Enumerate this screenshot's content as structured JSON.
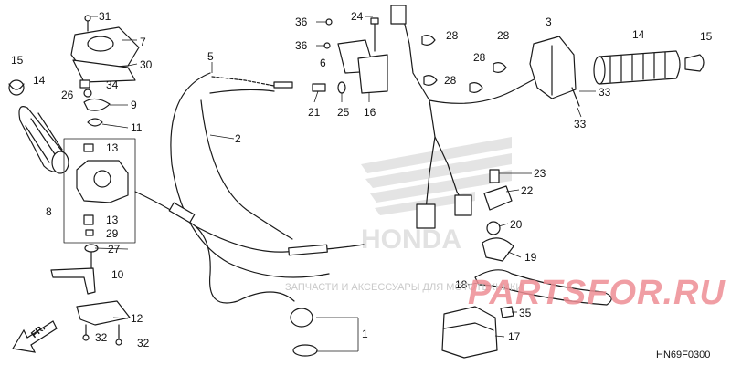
{
  "diagram_code": "HN69F0300",
  "direction_marker": "FR.",
  "watermark": {
    "text": "ЗАПЧАСТИ И АКСЕССУАРЫ ДЛЯ МОТОТЕХНИКИ",
    "brand": "PARTSFOR.RU",
    "logo": "HONDA"
  },
  "callouts": [
    {
      "id": "c31a",
      "label": "31"
    },
    {
      "id": "c7",
      "label": "7"
    },
    {
      "id": "c30",
      "label": "30"
    },
    {
      "id": "c15a",
      "label": "15"
    },
    {
      "id": "c14a",
      "label": "14"
    },
    {
      "id": "c34",
      "label": "34"
    },
    {
      "id": "c26",
      "label": "26"
    },
    {
      "id": "c9",
      "label": "9"
    },
    {
      "id": "c11",
      "label": "11"
    },
    {
      "id": "c13a",
      "label": "13"
    },
    {
      "id": "c8",
      "label": "8"
    },
    {
      "id": "c13b",
      "label": "13"
    },
    {
      "id": "c29",
      "label": "29"
    },
    {
      "id": "c27",
      "label": "27"
    },
    {
      "id": "c10",
      "label": "10"
    },
    {
      "id": "c12",
      "label": "12"
    },
    {
      "id": "c32a",
      "label": "32"
    },
    {
      "id": "c32b",
      "label": "32"
    },
    {
      "id": "c5",
      "label": "5"
    },
    {
      "id": "c2",
      "label": "2"
    },
    {
      "id": "c1",
      "label": "1"
    },
    {
      "id": "c36a",
      "label": "36"
    },
    {
      "id": "c36b",
      "label": "36"
    },
    {
      "id": "c24",
      "label": "24"
    },
    {
      "id": "c6",
      "label": "6"
    },
    {
      "id": "c21",
      "label": "21"
    },
    {
      "id": "c25",
      "label": "25"
    },
    {
      "id": "c16",
      "label": "16"
    },
    {
      "id": "c28a",
      "label": "28"
    },
    {
      "id": "c28b",
      "label": "28"
    },
    {
      "id": "c28c",
      "label": "28"
    },
    {
      "id": "c28d",
      "label": "28"
    },
    {
      "id": "c3",
      "label": "3"
    },
    {
      "id": "c33a",
      "label": "33"
    },
    {
      "id": "c33b",
      "label": "33"
    },
    {
      "id": "c14b",
      "label": "14"
    },
    {
      "id": "c15b",
      "label": "15"
    },
    {
      "id": "c23",
      "label": "23"
    },
    {
      "id": "c22",
      "label": "22"
    },
    {
      "id": "c20",
      "label": "20"
    },
    {
      "id": "c19",
      "label": "19"
    },
    {
      "id": "c18",
      "label": "18"
    },
    {
      "id": "c35",
      "label": "35"
    },
    {
      "id": "c17",
      "label": "17"
    }
  ],
  "colors": {
    "line": "#1a1a1a",
    "watermark_brand": "#ee8e95",
    "logo": "#e3e3e3"
  }
}
